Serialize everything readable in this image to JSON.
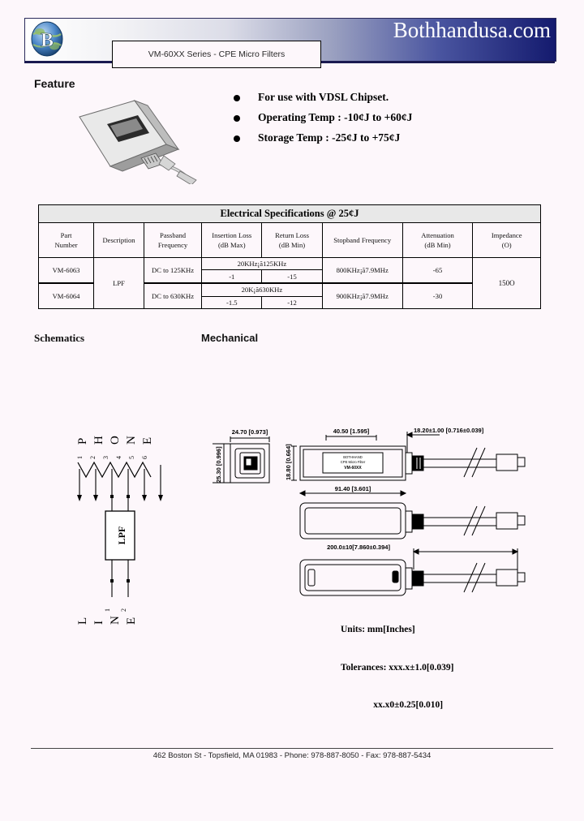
{
  "header": {
    "brand": "Bothhandusa.com",
    "series_title": "VM-60XX Series  -  CPE Micro Filters",
    "logo_icon": "globe-b-logo-icon"
  },
  "feature": {
    "heading": "Feature",
    "photo_icon": "micro-filter-product-photo",
    "bullets": [
      "For use with VDSL Chipset.",
      "Operating Temp : -10¢J  to  +60¢J",
      "Storage Temp : -25¢J  to  +75¢J"
    ]
  },
  "spec_table": {
    "title": "Electrical Specifications @ 25¢J",
    "headers": [
      "Part\nNumber",
      "Description",
      "Passband\nFrequency",
      "Insertion Loss\n(dB Max)",
      "Return Loss\n(dB Min)",
      "Stopband Frequency",
      "Attenuation\n(dB Min)",
      "Impedance\n(O)"
    ],
    "header_lines": {
      "part_number": [
        "Part",
        "Number"
      ],
      "description": [
        "Description"
      ],
      "passband": [
        "Passband",
        "Frequency"
      ],
      "insertion_loss": [
        "Insertion Loss",
        "(dB Max)"
      ],
      "return_loss": [
        "Return Loss",
        "(dB Min)"
      ],
      "stopband": [
        "Stopband Frequency"
      ],
      "attenuation": [
        "Attenuation",
        "(dB Min)"
      ],
      "impedance": [
        "Impedance",
        "(O)"
      ]
    },
    "rows": [
      {
        "part_number": "VM-6063",
        "description": "LPF",
        "passband": "DC to 125KHz",
        "span_label": "20KHz¡ã125KHz",
        "insertion_loss": "-1",
        "return_loss": "-15",
        "stopband": "800KHz¡ã7.9MHz",
        "attenuation": "-65",
        "impedance": "150O"
      },
      {
        "part_number": "VM-6064",
        "description": "LPF",
        "passband": "DC to 630KHz",
        "span_label": "20K¡ã630KHz",
        "insertion_loss": "-1.5",
        "return_loss": "-12",
        "stopband": "900KHz¡ã7.9MHz",
        "attenuation": "-30",
        "impedance": "150O"
      }
    ]
  },
  "sections": {
    "schematics_heading": "Schematics",
    "mechanical_heading": "Mechanical"
  },
  "schematic": {
    "phone_label": "PHONE",
    "phone_pins": [
      "1",
      "2",
      "3",
      "4",
      "5",
      "6"
    ],
    "block_label": "LPF",
    "line_label": "LINE",
    "line_pins": [
      "1",
      "2"
    ]
  },
  "mechanical": {
    "dim_front_width": "24.70 [0.973]",
    "dim_front_height": "25.30 [0.996]",
    "dim_body_len": "40.50 [1.595]",
    "dim_body_height": "18.80 [0.664]",
    "dim_cable_a": "18.20±1.00 [0.716±0.039]",
    "dim_total_len": "91.40 [3.601]",
    "dim_cable_len": "200.0±10[7.860±0.394]",
    "device_label_lines": [
      "BOTHHAND",
      "CPE Micro Filter",
      "VM-60XX"
    ],
    "units_line1": "Units: mm[Inches]",
    "units_line2": "Tolerances: xxx.x±1.0[0.039]",
    "units_line3": "              xx.x0±0.25[0.010]"
  },
  "footer": {
    "address": "462 Boston St - Topsfield, MA 01983 - Phone: 978-887-8050 - Fax: 978-887-5434"
  }
}
